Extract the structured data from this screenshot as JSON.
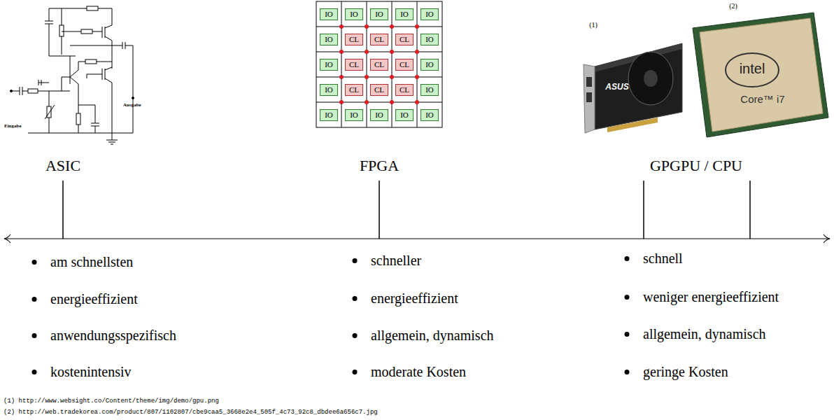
{
  "diagram": {
    "nodes": [
      {
        "text": [
          "IO"
        ]
      },
      {
        "text": [
          "IO"
        ]
      },
      {
        "text": [
          "IO"
        ]
      },
      {
        "text": [
          "IO"
        ]
      },
      {
        "text": [
          "IO"
        ]
      },
      {
        "text": [
          "IO"
        ]
      },
      {
        "text": [
          "CL"
        ]
      },
      {
        "text": [
          "CL"
        ]
      },
      {
        "text": [
          "CL"
        ]
      },
      {
        "text": [
          "IO"
        ]
      },
      {
        "text": [
          "IO"
        ]
      },
      {
        "text": [
          "CL"
        ]
      },
      {
        "text": [
          "CL"
        ]
      },
      {
        "text": [
          "CL"
        ]
      },
      {
        "text": [
          "IO"
        ]
      },
      {
        "text": [
          "IO"
        ]
      },
      {
        "text": [
          "CL"
        ]
      },
      {
        "text": [
          "CL"
        ]
      },
      {
        "text": [
          "CL"
        ]
      },
      {
        "text": [
          "IO"
        ]
      },
      {
        "text": [
          "IO"
        ]
      },
      {
        "text": [
          "IO"
        ]
      },
      {
        "text": [
          "IO"
        ]
      },
      {
        "text": [
          "IO"
        ]
      },
      {
        "text": [
          "IO"
        ]
      }
    ],
    "labels": [
      "ASIC",
      "FPGA",
      "GPGPU / CPU",
      "am schnellsten",
      "energieeffizient",
      "anwendungsspezifisch",
      "kostenintensiv",
      "schneller",
      "energieeffizient",
      "allgemein, dynamisch",
      "moderate Kosten",
      "schnell",
      "weniger energieeffizient",
      "allgemein, dynamisch",
      "geringe Kosten",
      "(1) http://www.websight.co/Content/theme/img/demo/gpu.png",
      "(2) http://web.tradekorea.com/product/807/1102807/cbe9caa5_3668e2e4_505f_4c73_92c8_dbdee6a656c7.jpg",
      "(1)",
      "(2)",
      "Eingabe",
      "Ausgabe",
      "intel",
      "Core™ i7",
      "ASUS"
    ]
  }
}
